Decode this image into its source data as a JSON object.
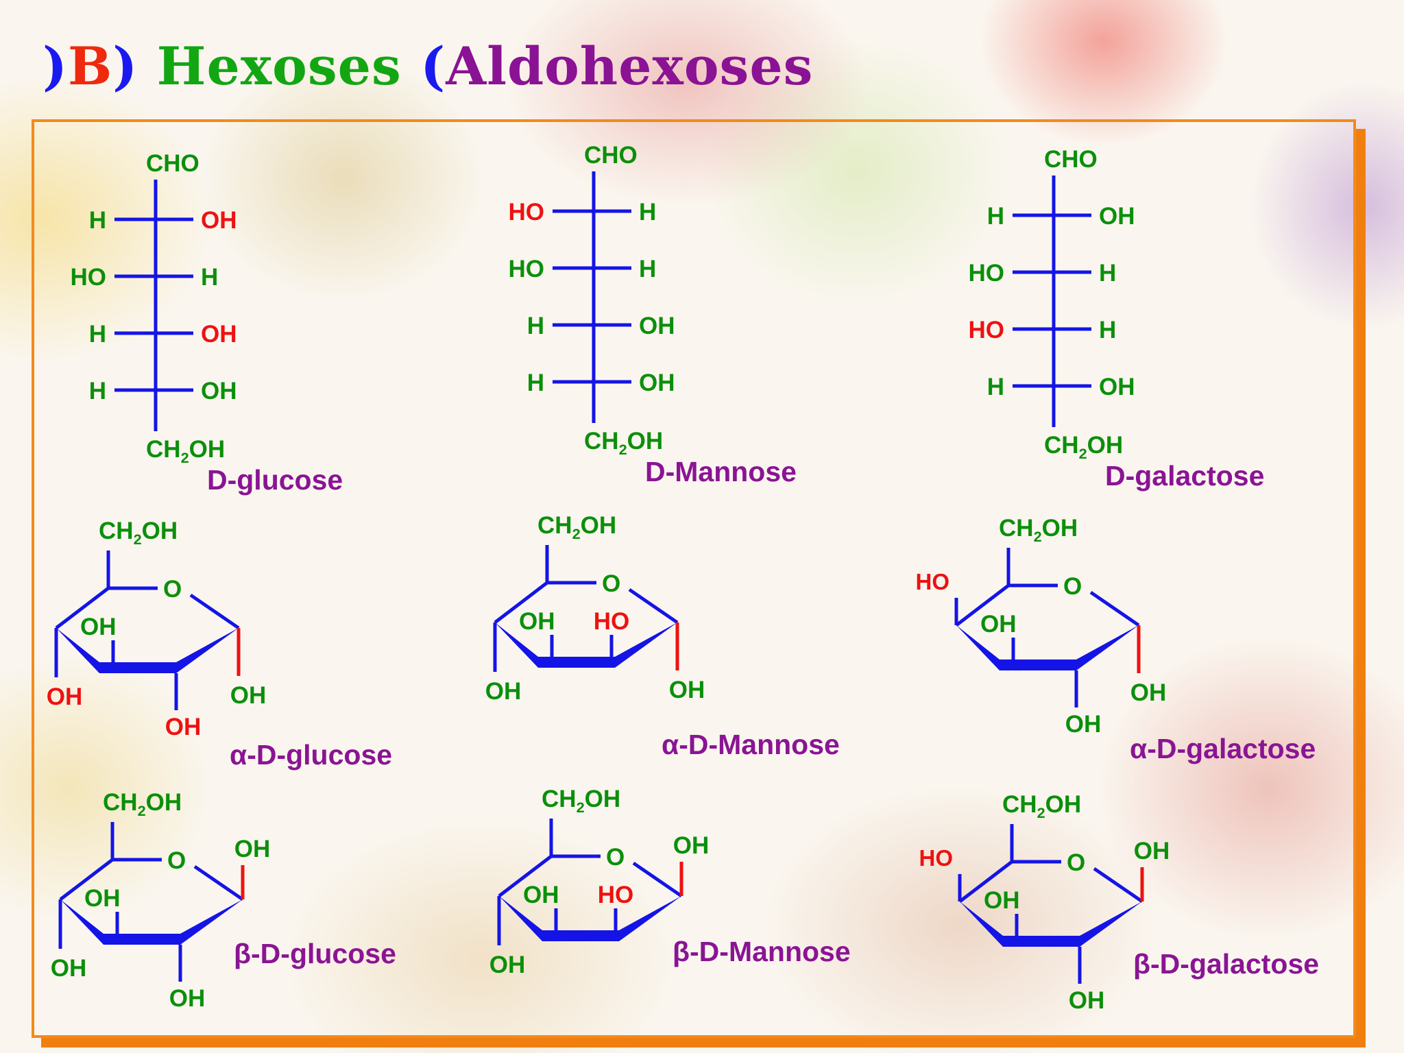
{
  "heading": {
    "part1": ")B)",
    "part2": "Hexoses",
    "part3": "(Aldohexoses"
  },
  "colors": {
    "bond": "#1414e6",
    "green_text": "#0b8f0b",
    "red_text": "#ee1111",
    "purple_text": "#8a1494",
    "frame": "#f28a1c"
  },
  "fischer": [
    {
      "top": "CHO",
      "bottom": "CH2OH",
      "name": "D-glucose",
      "rows": [
        {
          "left": "H",
          "right": "OH",
          "red": "right"
        },
        {
          "left": "HO",
          "right": "H",
          "red": ""
        },
        {
          "left": "H",
          "right": "OH",
          "red": "right"
        },
        {
          "left": "H",
          "right": "OH",
          "red": ""
        }
      ]
    },
    {
      "top": "CHO",
      "bottom": "CH2OH",
      "name": "D-Mannose",
      "rows": [
        {
          "left": "HO",
          "right": "H",
          "red": "left"
        },
        {
          "left": "HO",
          "right": "H",
          "red": ""
        },
        {
          "left": "H",
          "right": "OH",
          "red": ""
        },
        {
          "left": "H",
          "right": "OH",
          "red": ""
        }
      ]
    },
    {
      "top": "CHO",
      "bottom": "CH2OH",
      "name": "D-galactose",
      "rows": [
        {
          "left": "H",
          "right": "OH",
          "red": ""
        },
        {
          "left": "HO",
          "right": "H",
          "red": ""
        },
        {
          "left": "HO",
          "right": "H",
          "red": "left"
        },
        {
          "left": "H",
          "right": "OH",
          "red": ""
        }
      ]
    }
  ],
  "haworth": [
    {
      "name": "α-D-glucose",
      "sugar": "glucose",
      "anomer": "alpha",
      "labels": {
        "ch2oh": "CH2OH",
        "o": "O",
        "c2_oh": "OH",
        "c3_oh": "OH",
        "c4_oh": "OH",
        "c1_oh": "OH"
      }
    },
    {
      "name": "α-D-Mannose",
      "sugar": "mannose",
      "anomer": "alpha",
      "labels": {
        "ch2oh": "CH2OH",
        "o": "O",
        "c2_oh": "HO",
        "c3_oh": "OH",
        "c4_oh": "OH",
        "c1_oh": "OH"
      }
    },
    {
      "name": "α-D-galactose",
      "sugar": "galactose",
      "anomer": "alpha",
      "labels": {
        "ch2oh": "CH2OH",
        "o": "O",
        "c2_oh": "OH",
        "c3_oh": "OH",
        "c4_oh": "HO",
        "c1_oh": "OH"
      }
    },
    {
      "name": "β-D-glucose",
      "sugar": "glucose",
      "anomer": "beta",
      "labels": {
        "ch2oh": "CH2OH",
        "o": "O",
        "c2_oh": "OH",
        "c3_oh": "OH",
        "c4_oh": "OH",
        "c1_oh": "OH"
      }
    },
    {
      "name": "β-D-Mannose",
      "sugar": "mannose",
      "anomer": "beta",
      "labels": {
        "ch2oh": "CH2OH",
        "o": "O",
        "c2_oh": "HO",
        "c3_oh": "OH",
        "c4_oh": "OH",
        "c1_oh": "OH"
      }
    },
    {
      "name": "β-D-galactose",
      "sugar": "galactose",
      "anomer": "beta",
      "labels": {
        "ch2oh": "CH2OH",
        "o": "O",
        "c2_oh": "OH",
        "c3_oh": "OH",
        "c4_oh": "HO",
        "c1_oh": "OH"
      }
    }
  ]
}
